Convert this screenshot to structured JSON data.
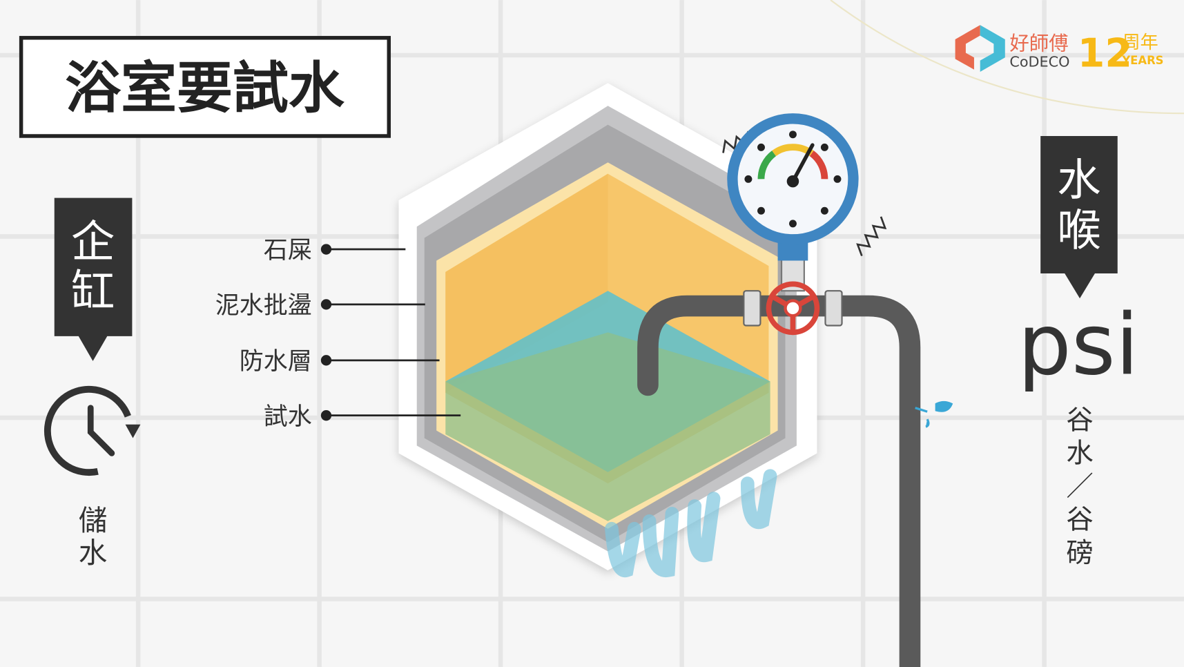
{
  "title": "浴室要試水",
  "logo": {
    "cn": "好師傅",
    "en": "CoDECO",
    "years_num": "12",
    "years_cn": "周年",
    "years_en": "YEARS"
  },
  "left_banner": {
    "chars": [
      "企",
      "缸"
    ]
  },
  "left_caption": {
    "chars": [
      "儲",
      "水"
    ]
  },
  "layers": [
    {
      "label": "石屎"
    },
    {
      "label": "泥水批盪"
    },
    {
      "label": "防水層"
    },
    {
      "label": "試水"
    }
  ],
  "right_banner": {
    "chars": [
      "水",
      "喉"
    ]
  },
  "unit": "psi",
  "unit_caption": {
    "chars": [
      "谷",
      "水",
      "／",
      "谷",
      "磅"
    ]
  },
  "colors": {
    "dark": "#333333",
    "yellow": "#f7c66a",
    "water": "#5bbfcf",
    "gauge_blue": "#3f86c2",
    "valve_red": "#d9453a",
    "pipe": "#5a5a5a"
  }
}
